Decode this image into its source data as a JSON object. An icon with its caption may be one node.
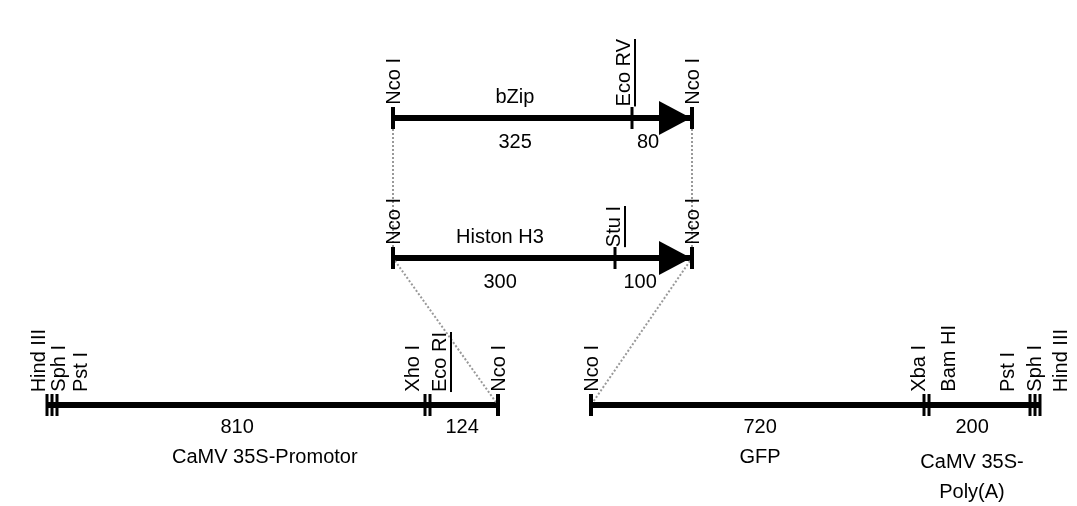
{
  "diagram": {
    "nodes": [
      {
        "text": [],
        "shape": "bar",
        "beside": [
          "Nco I"
        ]
      },
      {
        "text": [],
        "shape": "bar",
        "beside": [
          "Nco I"
        ]
      },
      {
        "text": [],
        "shape": "bar",
        "beside": [
          "Nco I"
        ]
      },
      {
        "text": [],
        "shape": "bar",
        "beside": [
          "Nco I"
        ]
      },
      {
        "text": [],
        "shape": "bar",
        "beside": [
          "Nco I"
        ]
      },
      {
        "text": [],
        "shape": "bar",
        "beside": [
          "Nco I"
        ]
      }
    ],
    "edges": [
      {
        "from": 0,
        "to": 2,
        "arrow": "none",
        "style": "dashed"
      },
      {
        "from": 1,
        "to": 3,
        "arrow": "none",
        "style": "dashed"
      },
      {
        "from": 2,
        "to": 4,
        "arrow": "none",
        "style": "dashed"
      },
      {
        "from": 3,
        "to": 5,
        "arrow": "none",
        "style": "dashed"
      }
    ],
    "labels": [
      "Eco RV",
      "bZip",
      "325",
      "80",
      "Stu I",
      "Histon H3",
      "300",
      "100",
      "Hind III",
      "Sph I",
      "Pst I",
      "Xho I",
      "Eco RI",
      "Xba I",
      "Bam HI",
      "Pst I",
      "Sph I",
      "Hind III",
      "810",
      "124",
      "720",
      "200",
      "CaMV 35S-Promotor",
      "GFP",
      "CaMV 35S- Poly(A)"
    ]
  }
}
